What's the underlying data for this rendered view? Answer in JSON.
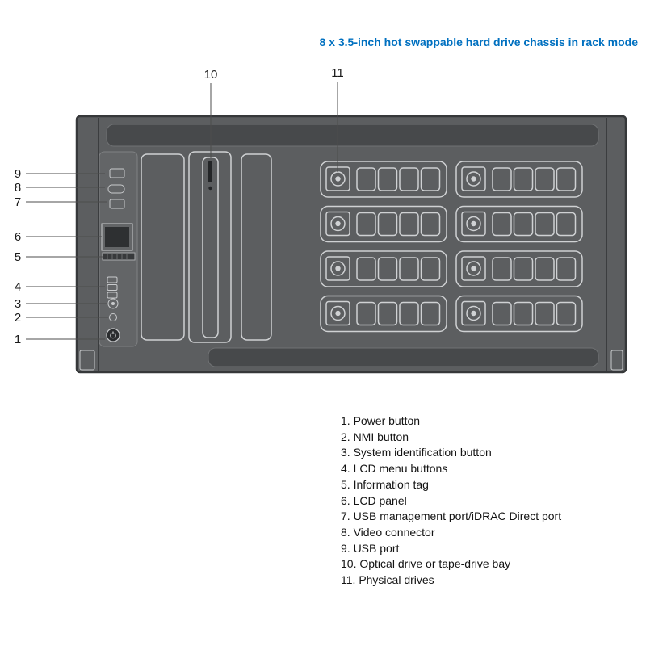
{
  "title": "8 x 3.5-inch hot swappable hard drive chassis in rack mode",
  "callouts": [
    "1",
    "2",
    "3",
    "4",
    "5",
    "6",
    "7",
    "8",
    "9",
    "10",
    "11"
  ],
  "legend": [
    "1. Power button",
    "2. NMI button",
    "3. System identification button",
    "4. LCD menu buttons",
    "5. Information tag",
    "6. LCD panel",
    "7. USB management port/iDRAC Direct port",
    "8. Video connector",
    "9. USB port",
    "10. Optical drive or tape-drive bay",
    "11. Physical drives"
  ],
  "colors": {
    "title_blue": "#0070C0",
    "chassis_gray": "#5c5e60",
    "chassis_recess": "#47494b",
    "outline_light": "#cfd1d3",
    "outline_dark": "#36383a",
    "callout_text": "#1a1a1a"
  }
}
